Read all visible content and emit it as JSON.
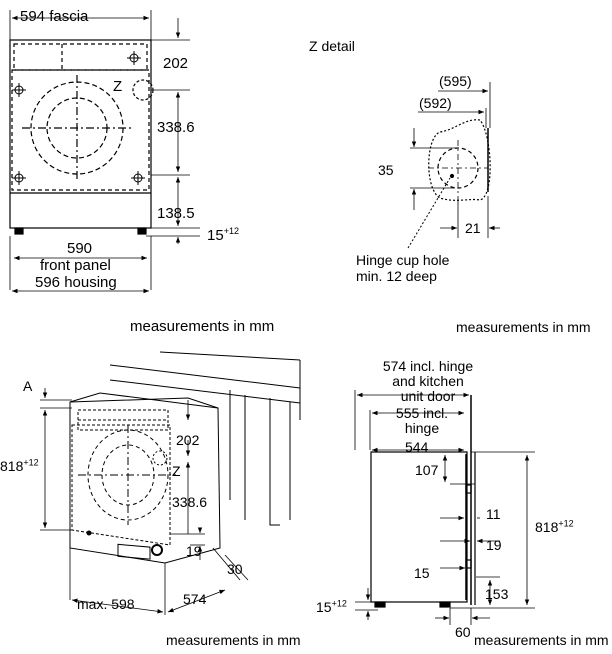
{
  "view1": {
    "fascia": "594 fascia",
    "top_dim": "202",
    "z_mark": "Z",
    "mid_dim": "338.6",
    "low_dim": "138.5",
    "foot_dim": "15",
    "foot_sup": "+12",
    "front_panel_num": "590",
    "front_panel_label": "front panel",
    "housing": "596 housing",
    "caption": "measurements in mm"
  },
  "zdetail": {
    "title": "Z detail",
    "d595": "(595)",
    "d592": "(592)",
    "d35": "35",
    "d21": "21",
    "hinge_line1": "Hinge cup hole",
    "hinge_line2": "min. 12 deep",
    "caption": "measurements in mm"
  },
  "view3": {
    "a_mark": "A",
    "height": "818",
    "height_sup": "+12",
    "d202": "202",
    "z_mark": "Z",
    "d338": "338.6",
    "d19": "19",
    "d30": "30",
    "max598": "max. 598",
    "d574": "574",
    "caption": "measurements in mm"
  },
  "view4": {
    "l574_1": "574 incl. hinge",
    "l574_2": "and kitchen",
    "l574_3": "unit door",
    "l555_1": "555 incl.",
    "l555_2": "hinge",
    "d544": "544",
    "d107": "107",
    "d11": "11",
    "d19": "19",
    "d15": "15",
    "d153": "153",
    "height": "818",
    "height_sup": "+12",
    "foot": "15",
    "foot_sup": "+12",
    "d60": "60",
    "caption": "measurements in mm"
  }
}
